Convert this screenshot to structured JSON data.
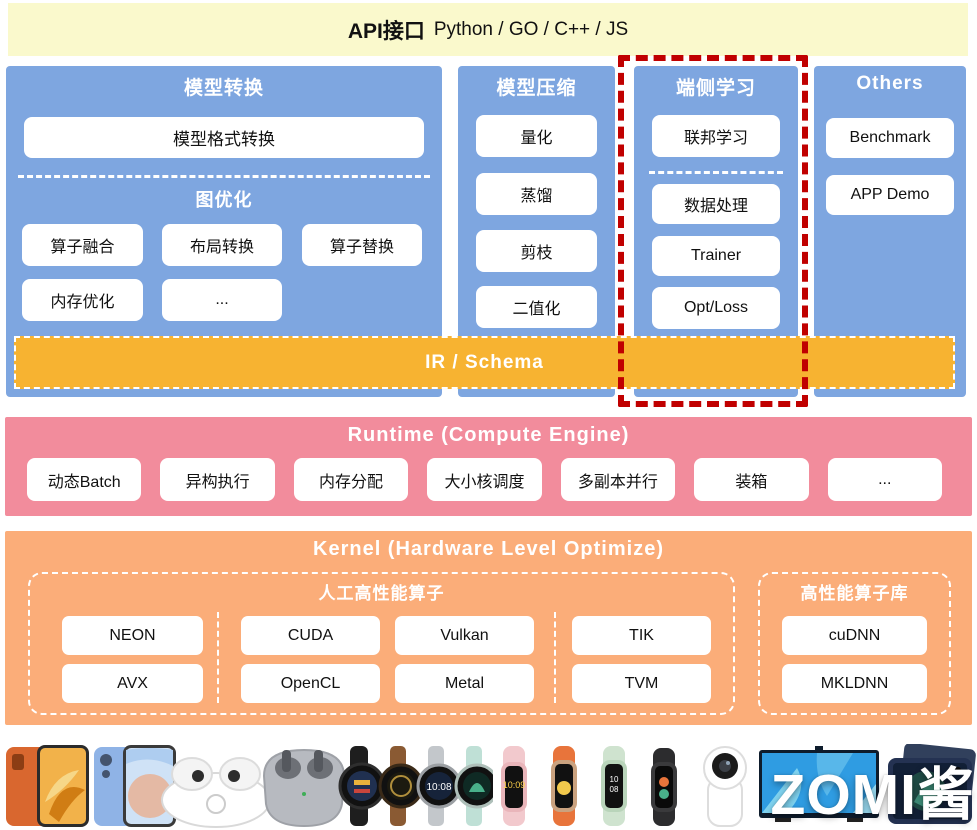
{
  "colors": {
    "api_bar_bg": "#FAF9CC",
    "panel_blue": "#7EA6E0",
    "ir_gold": "#F7B331",
    "runtime_pink": "#F28C9C",
    "kernel_peach": "#FBAD79",
    "highlight_red": "#C00000",
    "box_white": "#FFFFFF"
  },
  "api_bar": {
    "title": "API接口",
    "languages": "Python / GO / C++ / JS"
  },
  "panels": [
    {
      "title": "模型转换",
      "main_box": "模型格式转换",
      "subtitle": "图优化",
      "grid": [
        "算子融合",
        "布局转换",
        "算子替换",
        "内存优化",
        "..."
      ]
    },
    {
      "title": "模型压缩",
      "items": [
        "量化",
        "蒸馏",
        "剪枝",
        "二值化"
      ]
    },
    {
      "title": "端侧学习",
      "highlighted": true,
      "top_box": "联邦学习",
      "items": [
        "数据处理",
        "Trainer",
        "Opt/Loss"
      ]
    },
    {
      "title": "Others",
      "items": [
        "Benchmark",
        "APP Demo"
      ]
    }
  ],
  "ir_bar": {
    "label": "IR / Schema"
  },
  "runtime": {
    "title": "Runtime (Compute Engine)",
    "items": [
      "动态Batch",
      "异构执行",
      "内存分配",
      "大小核调度",
      "多副本并行",
      "装箱",
      "..."
    ]
  },
  "kernel": {
    "title": "Kernel (Hardware Level Optimize)",
    "manual_ops": {
      "title": "人工高性能算子",
      "columns": [
        [
          "NEON",
          "AVX"
        ],
        [
          "CUDA",
          "OpenCL"
        ],
        [
          "Vulkan",
          "Metal"
        ],
        [
          "TIK",
          "TVM"
        ]
      ]
    },
    "op_library": {
      "title": "高性能算子库",
      "items": [
        "cuDNN",
        "MKLDNN"
      ]
    }
  },
  "products": {
    "icons": [
      "smartphone-orange",
      "smartphone-blue",
      "earbuds-open-case",
      "earbuds-closed-case",
      "round-smartwatch-set",
      "fitness-band-set",
      "security-camera",
      "smart-tv",
      "tablet"
    ]
  },
  "watermark": "ZOMI酱"
}
